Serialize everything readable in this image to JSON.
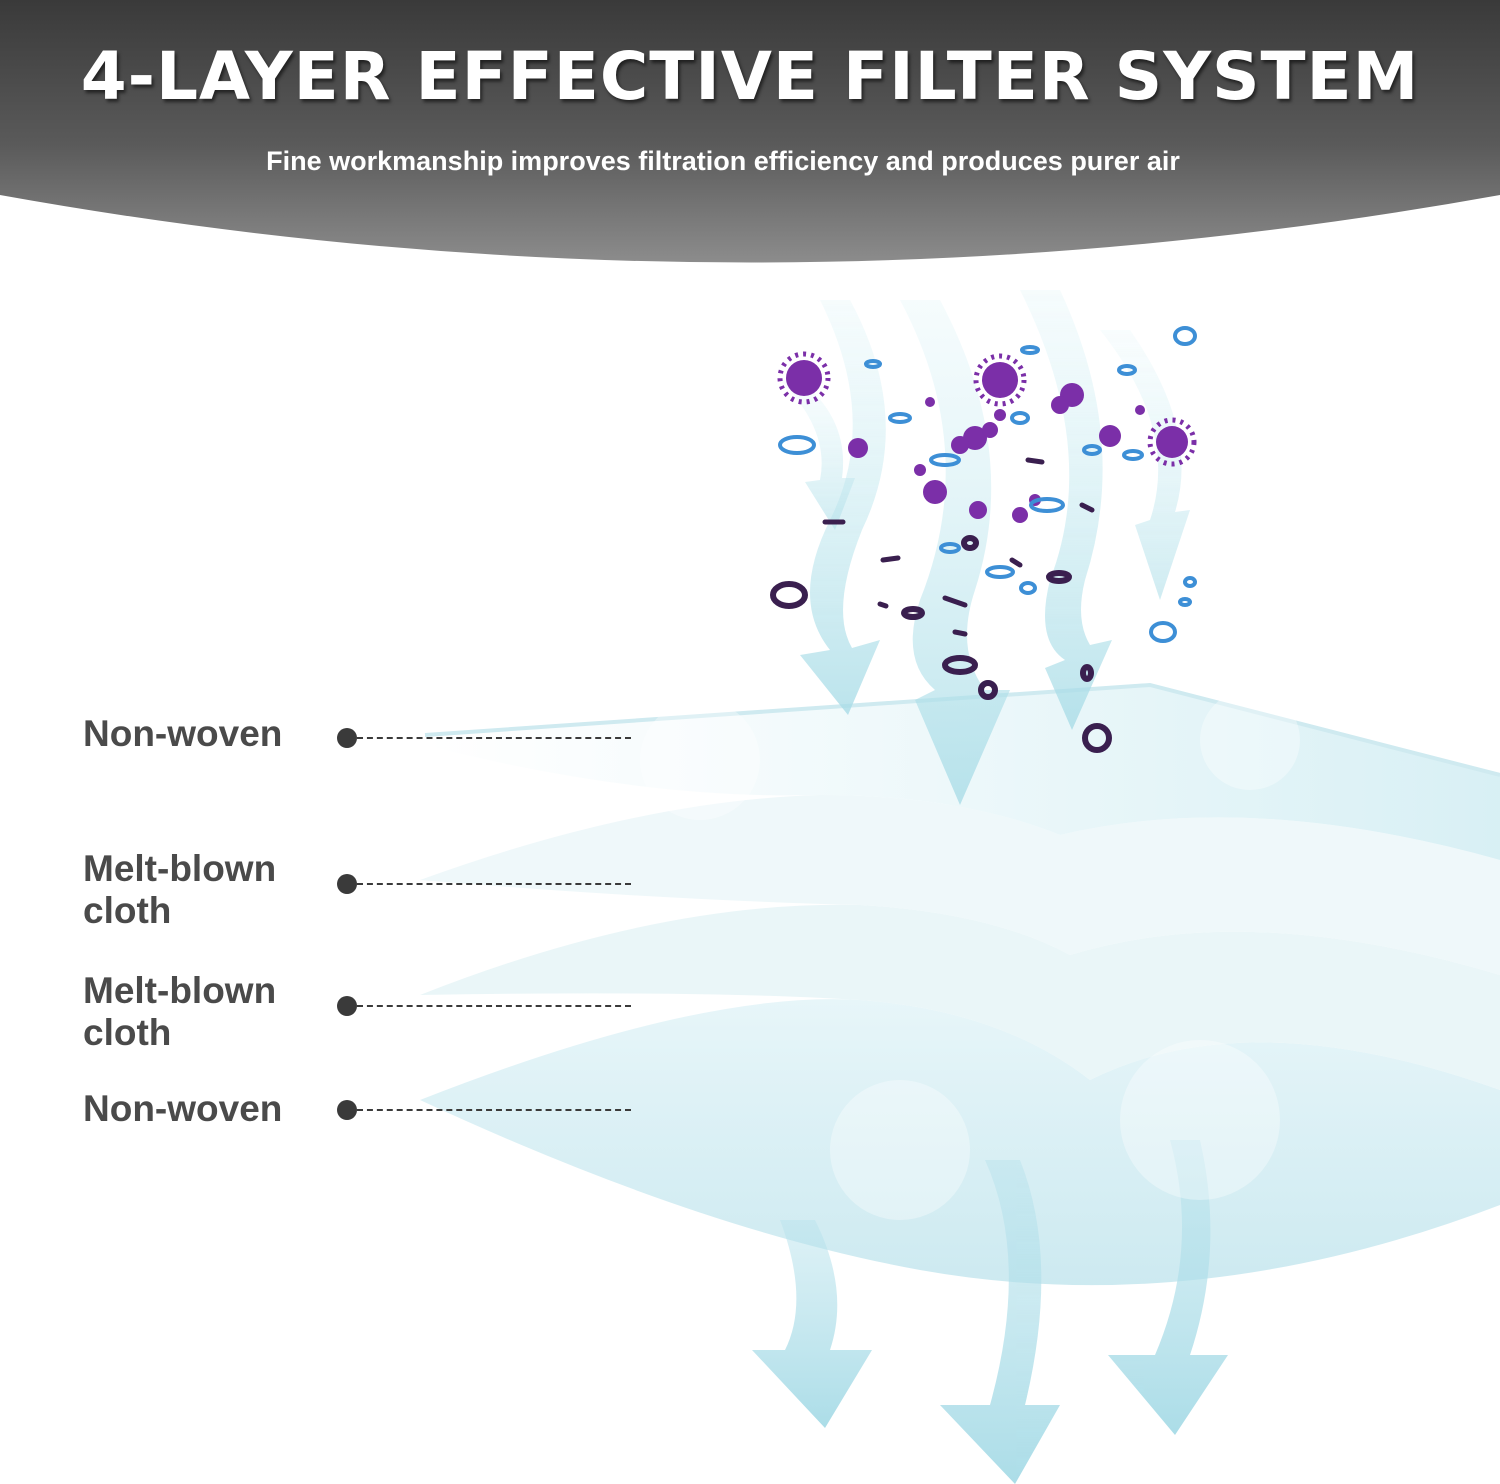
{
  "header": {
    "title": "4-LAYER EFFECTIVE FILTER SYSTEM",
    "subtitle": "Fine workmanship improves filtration efficiency and produces purer air"
  },
  "layers": [
    {
      "label": "Non-woven"
    },
    {
      "label": "Melt-blown cloth"
    },
    {
      "label": "Melt-blown cloth"
    },
    {
      "label": "Non-woven"
    }
  ],
  "colors": {
    "header_dark": "#3c3c3c",
    "header_light": "#8a8a8a",
    "label_text": "#4a4a4a",
    "leader": "#3a3a3a",
    "airflow": "#a9dbe6",
    "particle_purple": "#7b2fa8",
    "particle_blue": "#3d8fd6",
    "particle_dark": "#3a1f4f"
  }
}
